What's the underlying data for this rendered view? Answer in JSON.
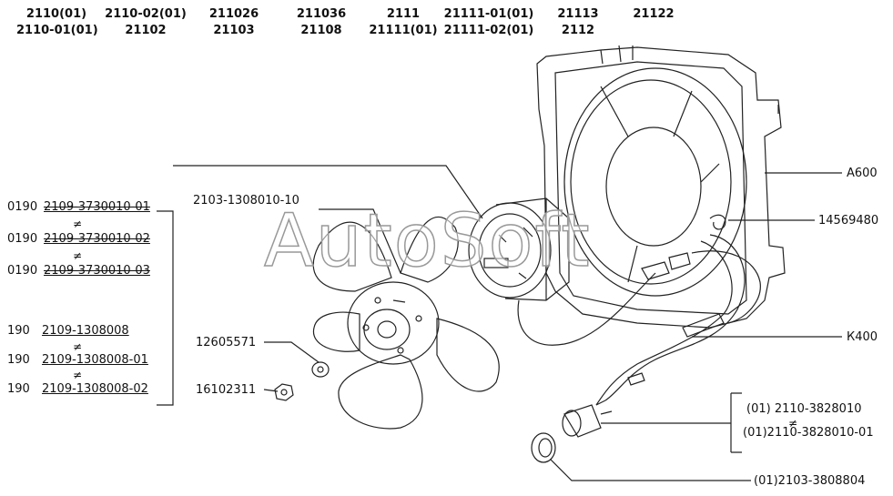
{
  "models": [
    [
      "2110(01)",
      "2110-01(01)"
    ],
    [
      "2110-02(01)",
      "21102"
    ],
    [
      "211026",
      "21103"
    ],
    [
      "211036",
      "21108"
    ],
    [
      "2111",
      "21111(01)"
    ],
    [
      "21111-01(01)",
      "21111-02(01)"
    ],
    [
      "21113",
      "2112"
    ],
    [
      "21122",
      ""
    ]
  ],
  "left_parts": {
    "row1": {
      "qty": "0190",
      "part": "2109-3730010-01"
    },
    "row2": {
      "qty": "0190",
      "part": "2109-3730010-02"
    },
    "row3": {
      "qty": "0190",
      "part": "2109-3730010-03"
    },
    "row4": {
      "qty": "190",
      "part": "2109-1308008"
    },
    "row5": {
      "qty": "190",
      "part": "2109-1308008-01"
    },
    "row6": {
      "qty": "190",
      "part": "2109-1308008-02"
    },
    "neq": "≠"
  },
  "callouts": {
    "motor": "2103-1308010-10",
    "washer": "12605571",
    "nut": "16102311",
    "shroud": "А600",
    "clip": "14569480",
    "harness": "К400",
    "switch_a": "(01)    2110-3828010",
    "switch_b": "(01)2110-3828010-01",
    "seal": "(01)2103-3808804"
  },
  "watermark": "AutoSoft"
}
